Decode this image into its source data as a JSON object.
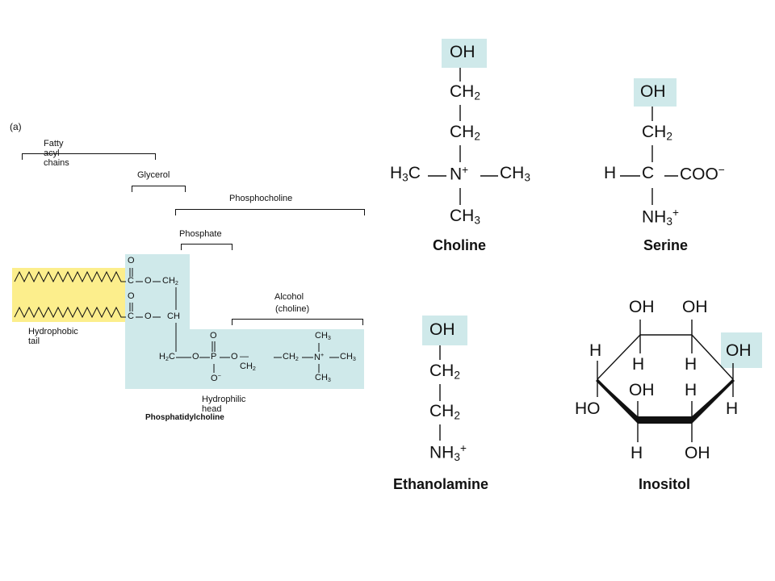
{
  "panel_label": "(a)",
  "phosphatidylcholine": {
    "brackets": {
      "fatty_acyl_chains": "Fatty acyl chains",
      "glycerol": "Glycerol",
      "phosphocholine": "Phosphocholine",
      "phosphate": "Phosphate",
      "alcohol": "Alcohol",
      "alcohol_sub": "(choline)"
    },
    "regions": {
      "hydrophobic_tail": "Hydrophobic tail",
      "hydrophilic_head": "Hydrophilic head"
    },
    "atoms": {
      "o": "O",
      "c": "C",
      "p": "P",
      "n": "N",
      "ch": "CH",
      "ch2": "CH",
      "ch3": "CH",
      "h2c": "H",
      "sub2": "2",
      "sub3": "3",
      "plus": "+",
      "minus": "−"
    },
    "name": "Phosphatidylcholine"
  },
  "choline": {
    "name": "Choline",
    "oh": "OH",
    "ch2": "CH",
    "n": "N",
    "h3c": "H",
    "ch3": "CH",
    "c": "C"
  },
  "serine": {
    "name": "Serine",
    "oh": "OH",
    "ch2": "CH",
    "h": "H",
    "c": "C",
    "coo": "COO",
    "nh3": "NH"
  },
  "ethanolamine": {
    "name": "Ethanolamine",
    "oh": "OH",
    "ch2": "CH",
    "nh3": "NH"
  },
  "inositol": {
    "name": "Inositol",
    "oh": "OH",
    "h": "H",
    "ho": "HO"
  },
  "colors": {
    "tail_fill": "#fcee8c",
    "head_fill": "#cfe9ea",
    "hydroxyl_highlight": "#cfe9ea"
  }
}
